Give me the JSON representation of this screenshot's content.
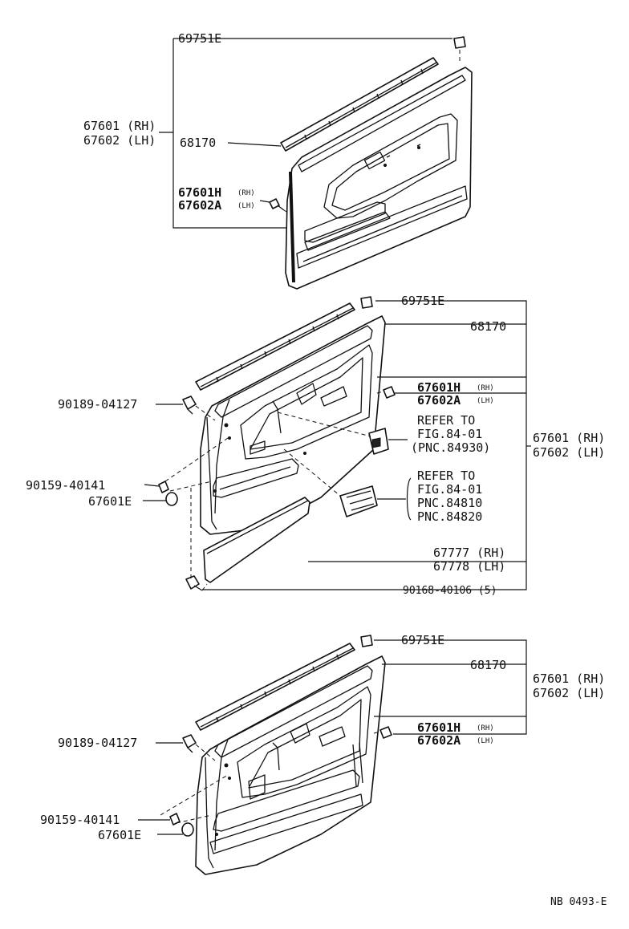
{
  "top": {
    "p69751e": "69751E",
    "p67601": "67601 (RH)",
    "p67602": "67602 (LH)",
    "p68170": "68170",
    "p67601h": "67601H",
    "p67601h_rh": "(RH)",
    "p67602a": "67602A",
    "p67602a_lh": "(LH)"
  },
  "middle": {
    "p69751e": "69751E",
    "p68170": "68170",
    "p67601h": "67601H",
    "p67601h_rh": "(RH)",
    "p67602a": "67602A",
    "p67602a_lh": "(LH)",
    "p90189": "90189-04127",
    "refer1_line1": "REFER TO",
    "refer1_line2": "FIG.84-01",
    "refer1_line3": "(PNC.84930)",
    "p67601": "67601 (RH)",
    "p67602": "67602 (LH)",
    "p90159": "90159-40141",
    "p67601e": "67601E",
    "refer2_line1": "REFER TO",
    "refer2_line2": "FIG.84-01",
    "refer2_line3": "PNC.84810",
    "refer2_line4": "PNC.84820",
    "p67777": "67777 (RH)",
    "p67778": "67778 (LH)",
    "p90168": "90168-40106 (5)"
  },
  "bottom": {
    "p69751e": "69751E",
    "p68170": "68170",
    "p67601": "67601 (RH)",
    "p67602": "67602 (LH)",
    "p67601h": "67601H",
    "p67601h_rh": "(RH)",
    "p67602a": "67602A",
    "p67602a_lh": "(LH)",
    "p90189": "90189-04127",
    "p90159": "90159-40141",
    "p67601e": "67601E"
  },
  "footer": {
    "code": "NB  0493-E"
  }
}
